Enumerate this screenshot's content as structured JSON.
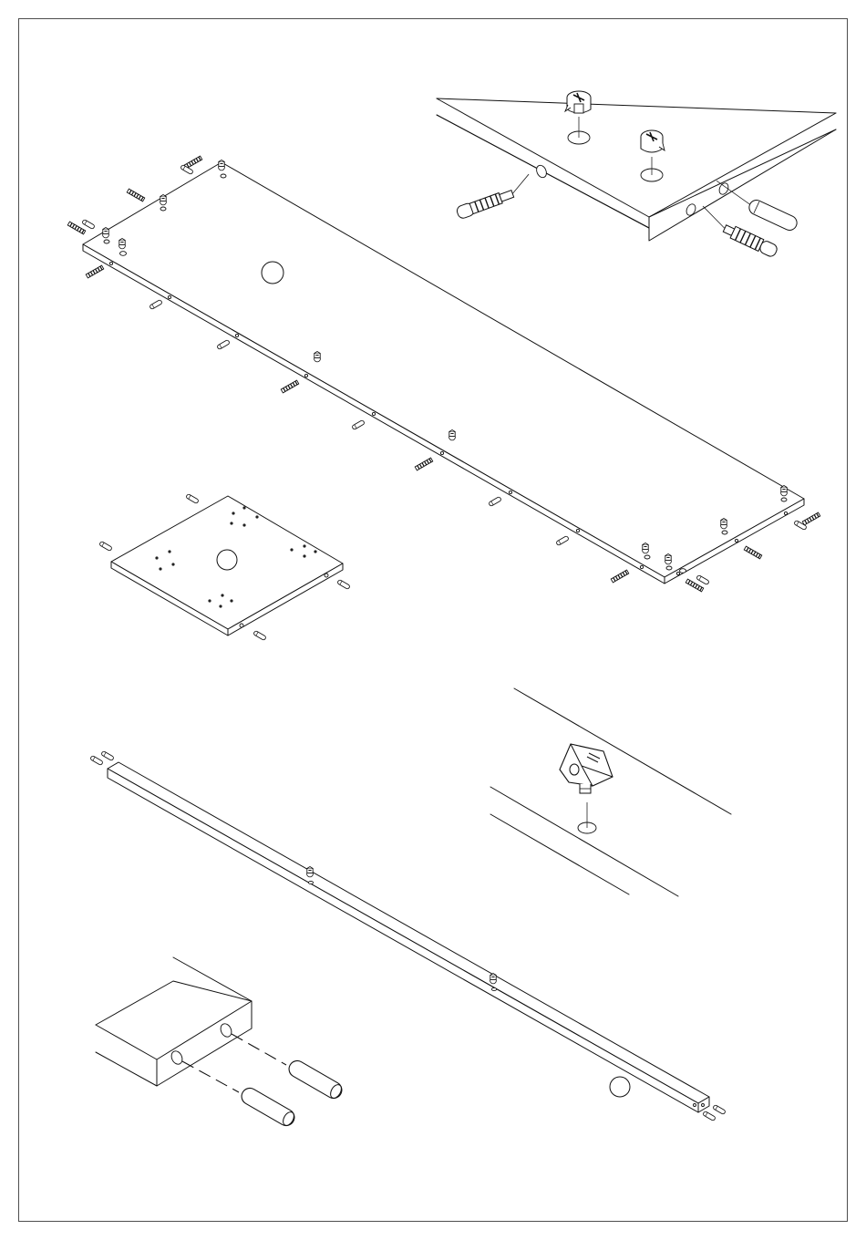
{
  "page": {
    "border": true
  },
  "part_labels": [
    {
      "id": "top-panel-label",
      "text": ""
    },
    {
      "id": "square-panel-label",
      "text": ""
    },
    {
      "id": "rail-label",
      "text": ""
    }
  ],
  "icons": [
    "cam-lock-icon",
    "dowel-icon",
    "connector-bolt-icon",
    "hardware-detail-icon"
  ]
}
